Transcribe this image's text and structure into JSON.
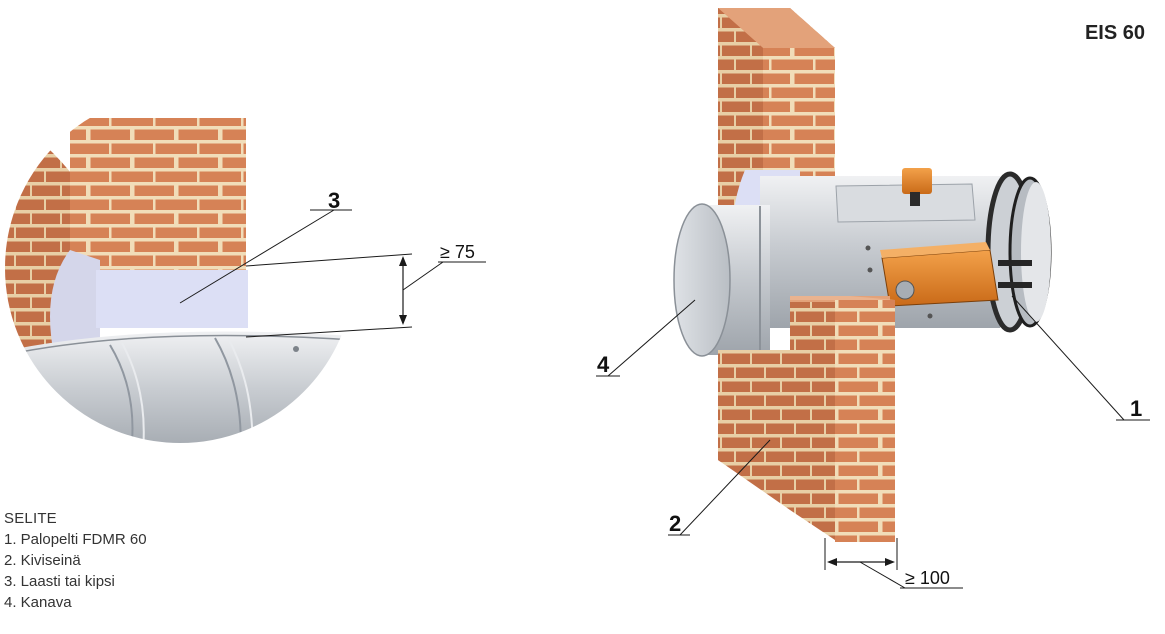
{
  "rating_label": "EIS 60",
  "detail_callout": {
    "number": "3"
  },
  "dimensions": {
    "gap_min": "≥ 75",
    "wall_min": "≥ 100"
  },
  "callouts": {
    "damper": "1",
    "wall": "2",
    "duct": "4"
  },
  "legend": {
    "title": "SELITE",
    "items": [
      "1.  Palopelti FDMR 60",
      "2.  Kiviseinä",
      "3.  Laasti tai kipsi",
      "4.  Kanava"
    ]
  },
  "colors": {
    "brick": "#d88458",
    "mortar": "#f1ddb9",
    "filler": "#dcdff5",
    "metal": "#c9cdd2",
    "actuator": "#e98a2b",
    "line": "#1a1a1a"
  }
}
